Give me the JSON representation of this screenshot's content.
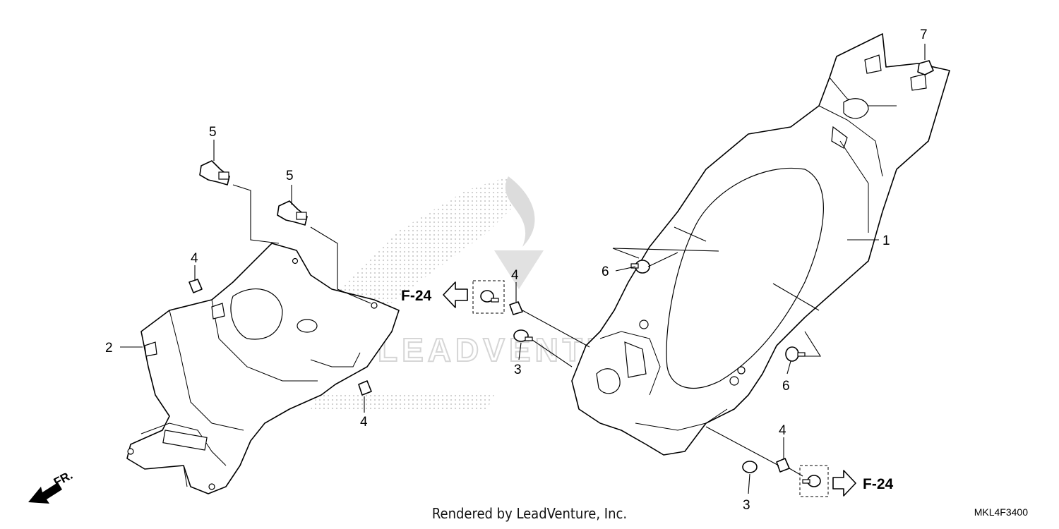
{
  "callouts": {
    "c1": "1",
    "c2": "2",
    "c3a": "3",
    "c3b": "3",
    "c4a": "4",
    "c4b": "4",
    "c4c": "4",
    "c4d": "4",
    "c5a": "5",
    "c5b": "5",
    "c6a": "6",
    "c6b": "6",
    "c7": "7"
  },
  "references": {
    "left": "F-24",
    "right": "F-24"
  },
  "direction": "FR.",
  "footer": "Rendered by LeadVenture, Inc.",
  "diagram_code": "MKL4F3400",
  "watermark": {
    "name": "LeadVenture watermark",
    "color": "#cccccc"
  }
}
